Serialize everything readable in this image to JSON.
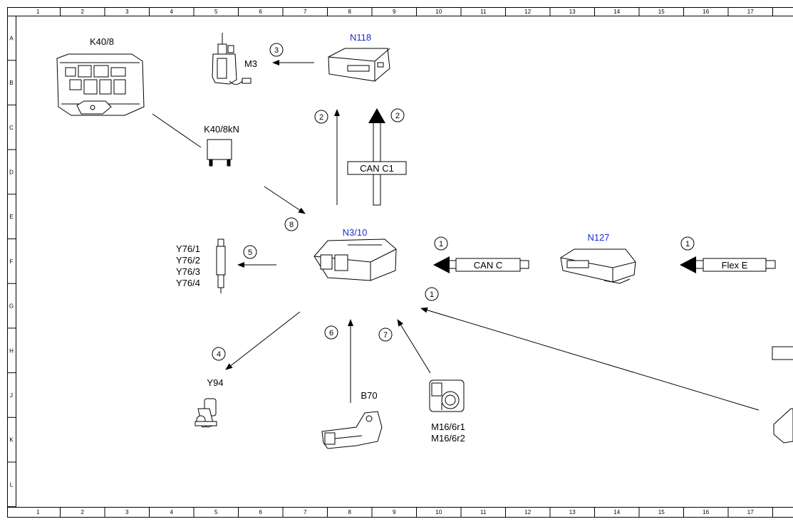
{
  "colors": {
    "line": "#000000",
    "label_blue": "#1a2fd0",
    "background": "#ffffff"
  },
  "grid": {
    "columns": [
      "1",
      "2",
      "3",
      "4",
      "5",
      "6",
      "7",
      "8",
      "9",
      "10",
      "11",
      "12",
      "13",
      "14",
      "15",
      "16",
      "17"
    ],
    "rows": [
      "A",
      "B",
      "C",
      "D",
      "E",
      "F",
      "G",
      "H",
      "J",
      "K",
      "L"
    ]
  },
  "components": {
    "k40_8": "K40/8",
    "k40_8kn": "K40/8kN",
    "m3": "M3",
    "n118": "N118",
    "n3_10": "N3/10",
    "n127": "N127",
    "y76": [
      "Y76/1",
      "Y76/2",
      "Y76/3",
      "Y76/4"
    ],
    "y94": "Y94",
    "b70": "B70",
    "m16": [
      "M16/6r1",
      "M16/6r2"
    ]
  },
  "buses": {
    "can_c1": "CAN C1",
    "can_c": "CAN C",
    "flex_e": "Flex E"
  },
  "callouts": {
    "n3": "3",
    "n2_left": "2",
    "n2_right": "2",
    "n8": "8",
    "n5": "5",
    "n1_canc": "1",
    "n1_flex": "1",
    "n1_bottom": "1",
    "n4": "4",
    "n6": "6",
    "n7": "7"
  }
}
